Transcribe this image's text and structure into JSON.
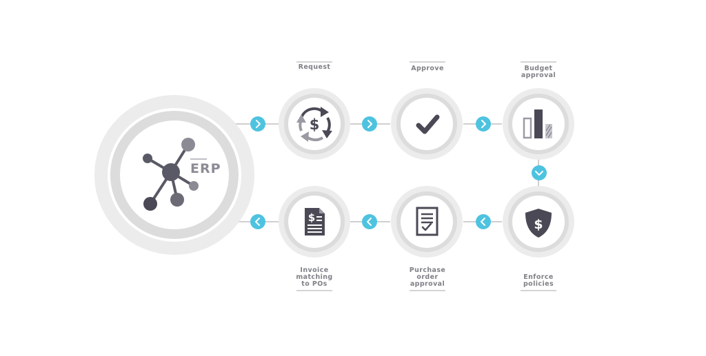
{
  "hub": {
    "label": "ERP"
  },
  "steps": [
    {
      "id": "request",
      "label": "Request",
      "icon": "dollar-cycle-icon"
    },
    {
      "id": "approve",
      "label": "Approve",
      "icon": "checkmark-icon"
    },
    {
      "id": "budget-approval",
      "label": "Budget\napproval",
      "icon": "bar-chart-icon"
    },
    {
      "id": "enforce-policies",
      "label": "Enforce\npolicies",
      "icon": "dollar-shield-icon"
    },
    {
      "id": "purchase-order-approval",
      "label": "Purchase\norder\napproval",
      "icon": "checklist-document-icon"
    },
    {
      "id": "invoice-matching",
      "label": "Invoice\nmatching\nto POs",
      "icon": "dollar-invoice-icon"
    }
  ],
  "colors": {
    "accent": "#4ec3e0",
    "icon_dark": "#4a4955",
    "icon_light": "#9b9aa3",
    "ring": "#dcdcdc",
    "ring_outer": "#ececec",
    "label": "#7f8086",
    "connector": "#cfcfcf"
  }
}
